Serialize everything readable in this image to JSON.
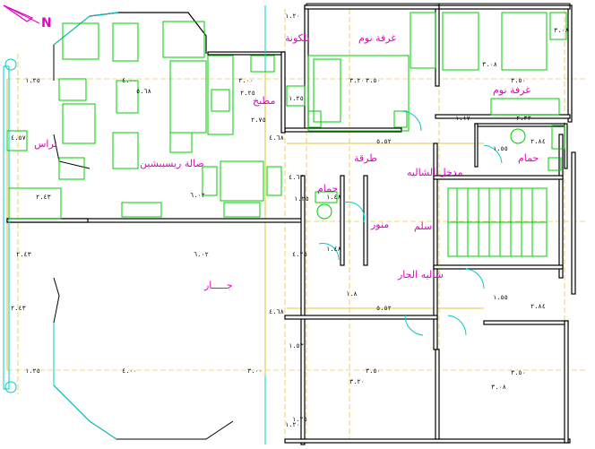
{
  "north_label": "N",
  "rooms": {
    "balcony": "بلكونة",
    "bedroom1": "غرفة نوم",
    "bedroom2": "غرفة نوم",
    "kitchen": "مطبخ",
    "terrace": "تراس",
    "reception": "صالة ريسيبشين",
    "corridor": "طرقة",
    "bathroom1": "حمام",
    "bathroom2": "حمام",
    "entrance": "مدخل الشاليه",
    "stairs": "سلم",
    "light_well": "منور",
    "neighbor_unit": "شاليه الجار",
    "neighbor": "جـــــار"
  },
  "dimensions": [
    "١.٢٠",
    "٣.٢٠",
    "٣.٥٠",
    "٣.٠٨",
    "١.٢٥",
    "٤.٠٠",
    "٣.٠٠",
    "٢.٢٥",
    "٢.٧٥",
    "١.٢٥",
    "٣.٥٠",
    "٣.٠٨",
    "١.١٧",
    "٢.٣٣",
    "٥.٦٨",
    "٤.٦٨",
    "٥.٥٢",
    "٤.٦٣",
    "٤.٥٧",
    "٢.٤٣",
    "٦.٠٢",
    "١.٤٨",
    "١.٢٥",
    "١.٥٥",
    "٢.٨٤",
    "٤.٢٥",
    "٢.٤٣",
    "٦.٠٢",
    "١.٤٨",
    "١.٨",
    "١.٥٥",
    "٢.٨٤",
    "٥.٥٢",
    "٤.٦٨",
    "١.٥٣",
    "٣.٥٠",
    "٣.٥٠",
    "١.٢٥",
    "٤.٠٠",
    "٣.٠٠",
    "٣.٢٠",
    "٣.٠٨",
    "١.٢٠",
    "٢.٤٣",
    "١.٢٥"
  ]
}
